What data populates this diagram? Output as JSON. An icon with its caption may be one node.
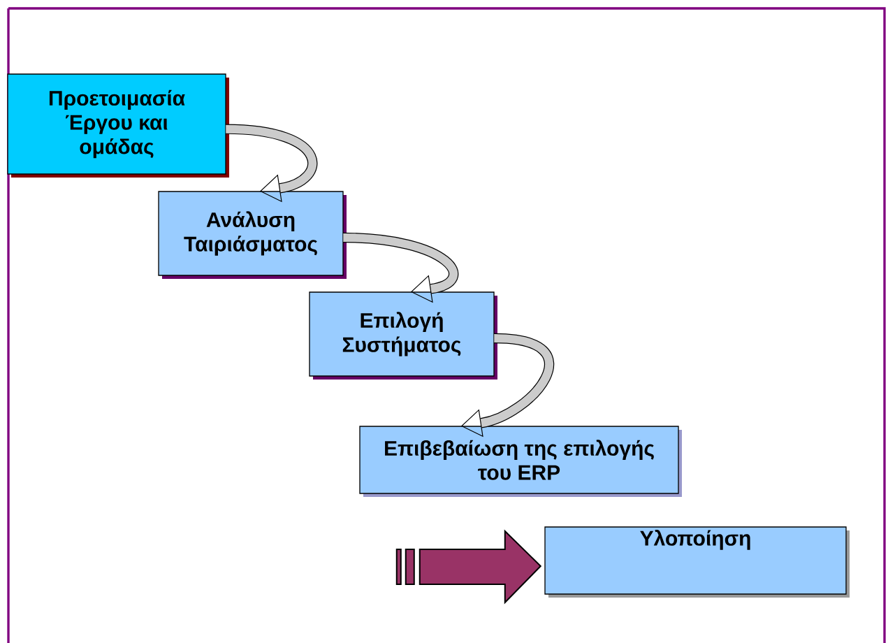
{
  "diagram": {
    "nodes": [
      {
        "text": [
          "Προετοιμασία Έργου και ομάδας"
        ]
      },
      {
        "text": [
          "Ανάλυση Ταιριάσματος"
        ]
      },
      {
        "text": [
          "Επιλογή Συστήματος"
        ]
      },
      {
        "text": [
          "Επιβεβαίωση της επιλογής του ERP"
        ]
      },
      {
        "text": [
          "Υλοποίηση"
        ]
      }
    ],
    "edges": [
      {
        "from": 0,
        "to": 1,
        "arrow": "to"
      },
      {
        "from": 1,
        "to": 2,
        "arrow": "to"
      },
      {
        "from": 2,
        "to": 3,
        "arrow": "to"
      },
      {
        "from": null,
        "to": 4,
        "arrow": "to",
        "style": "thick",
        "color": "#993366"
      }
    ]
  }
}
